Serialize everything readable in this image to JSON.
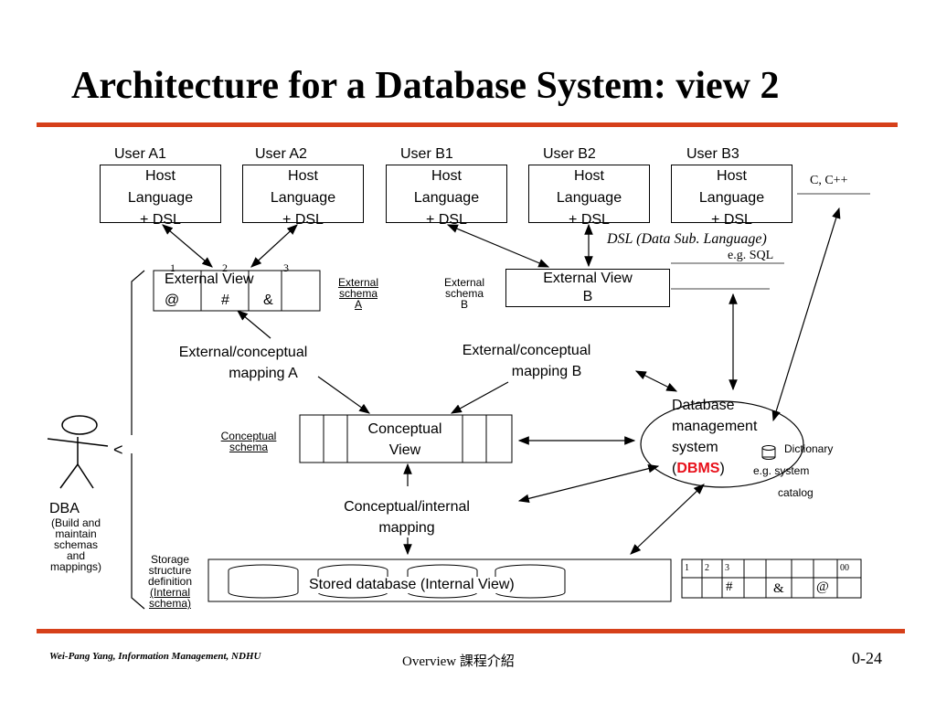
{
  "title": "Architecture for a Database System: view 2",
  "users": [
    {
      "name": "User A1",
      "box": [
        "Host",
        "Language",
        "+ DSL"
      ]
    },
    {
      "name": "User A2",
      "box": [
        "Host",
        "Language",
        "+ DSL"
      ]
    },
    {
      "name": "User B1",
      "box": [
        "Host",
        "Language",
        "+ DSL"
      ]
    },
    {
      "name": "User B2",
      "box": [
        "Host",
        "Language",
        "+ DSL"
      ]
    },
    {
      "name": "User B3",
      "box": [
        "Host",
        "Language",
        "+ DSL"
      ]
    }
  ],
  "cpp_label": "C, C++",
  "dsl_label": "DSL (Data Sub. Language)",
  "dsl_example": "e.g. SQL",
  "external_view_a": {
    "title": "External View",
    "numbers": [
      "1",
      "2",
      "3"
    ],
    "cells": [
      "@",
      "#",
      "&"
    ]
  },
  "external_schema_a": [
    "External",
    "schema",
    "A"
  ],
  "external_schema_b": [
    "External",
    "schema",
    "B"
  ],
  "external_view_b": [
    "External View",
    "B"
  ],
  "mapping_a": [
    "External/conceptual",
    "mapping A"
  ],
  "mapping_b": [
    "External/conceptual",
    "mapping B"
  ],
  "conceptual_schema": [
    "Conceptual",
    "schema"
  ],
  "conceptual_view": [
    "Conceptual",
    "View"
  ],
  "dbms": {
    "line1": "Database",
    "line2": "management",
    "line3": "system",
    "open": "(",
    "acronym": "DBMS",
    "close": ")"
  },
  "dictionary": {
    "line1": "Dictionary",
    "line2": "e.g. system",
    "line3": "catalog"
  },
  "conceptual_internal": [
    "Conceptual/internal",
    "mapping"
  ],
  "stored_db": "Stored database (Internal View)",
  "storage_def": [
    "Storage",
    "structure",
    "definition",
    "(Internal",
    "schema)"
  ],
  "dba": {
    "name": "DBA",
    "desc": [
      "(Build and",
      "maintain",
      "schemas",
      "and",
      "mappings)"
    ]
  },
  "brace_symbol": "<",
  "catalog_table": {
    "numbers": [
      "1",
      "2",
      "3",
      "00"
    ],
    "cells": [
      "#",
      "&",
      "@"
    ]
  },
  "footer": {
    "left": "Wei-Pang Yang, Information Management, NDHU",
    "center": "Overview 課程介紹",
    "right": "0-24"
  },
  "colors": {
    "rule": "#d6401a",
    "dbms_accent": "#e8101a"
  }
}
